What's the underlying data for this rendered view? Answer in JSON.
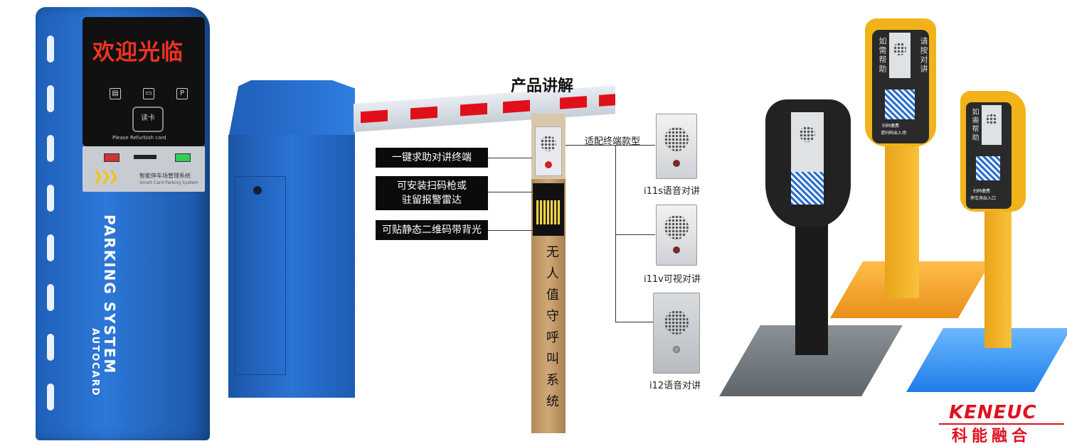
{
  "kiosk": {
    "led_text": "欢迎光临",
    "icon_p": "P",
    "card_reader": "读卡",
    "card_reader_sub": "Please Refurbish card",
    "plate_title": "智能停车场管理系统",
    "plate_sub": "Smart Card Parking System",
    "vertical_main": "PARKING SYSTEM",
    "vertical_sub": "AUTOCARD"
  },
  "center": {
    "title": "产品讲解",
    "labels": [
      "一键求助对讲终端",
      "可安装扫码枪或\n驻留报警雷达",
      "可贴静态二维码带背光"
    ],
    "pillar_text": "无人值守呼叫系统",
    "models_header": "适配终端款型",
    "models": [
      "i11s语音对讲",
      "i11v可视对讲",
      "i12语音对讲"
    ]
  },
  "stands": {
    "yellow_left": "如需帮助",
    "yellow_right": "请按对讲",
    "yellow_caption1": "扫码缴费",
    "yellow_caption2": "请扫码出入场",
    "small_left": "如需帮助",
    "small_caption1": "扫码缴费",
    "small_caption2": "停车场出入口"
  },
  "logo": {
    "en": "KENEUC",
    "cn": "科能融合"
  },
  "colors": {
    "kiosk_blue": "#2d78d8",
    "arm_red": "#e0101a",
    "stand_yellow": "#f2b31a",
    "logo_red": "#e01020"
  }
}
